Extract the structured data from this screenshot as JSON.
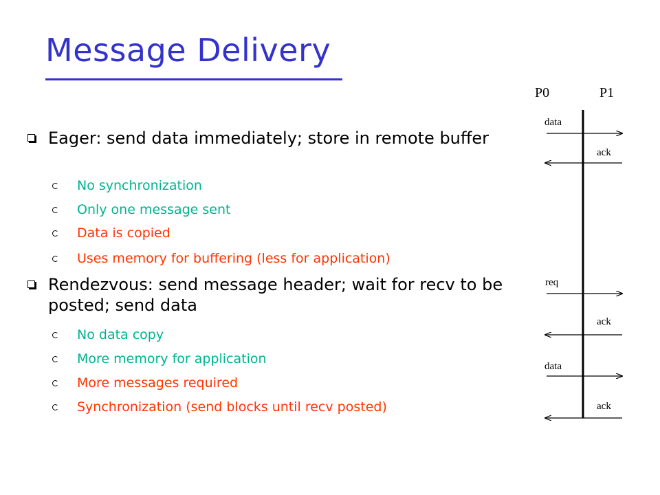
{
  "slide": {
    "title": "Message Delivery",
    "bullets": [
      {
        "text": "Eager: send data immediately; store in remote buffer",
        "subitems": [
          {
            "text": "No synchronization",
            "color": "#00b38f"
          },
          {
            "text": "Only one message sent",
            "color": "#00b38f"
          },
          {
            "text": "Data is copied",
            "color": "#ff3300"
          },
          {
            "text": "Uses memory for buffering (less for application)",
            "color": "#ff3300"
          }
        ]
      },
      {
        "text": "Rendezvous: send message header; wait for recv to be posted; send data",
        "subitems": [
          {
            "text": "No data copy",
            "color": "#00b38f"
          },
          {
            "text": "More memory for application",
            "color": "#00b38f"
          },
          {
            "text": "More messages required",
            "color": "#ff3300"
          },
          {
            "text": "Synchronization (send blocks until recv posted)",
            "color": "#ff3300"
          }
        ]
      }
    ]
  },
  "diagram": {
    "process_labels": [
      "P0",
      "P1"
    ],
    "messages": [
      {
        "label": "data",
        "direction": "P0→P1"
      },
      {
        "label": "ack",
        "direction": "P1→P0"
      },
      {
        "label": "req",
        "direction": "P0→P1"
      },
      {
        "label": "ack",
        "direction": "P1→P0"
      },
      {
        "label": "data",
        "direction": "P0→P1"
      },
      {
        "label": "ack",
        "direction": "P1→P0"
      }
    ]
  },
  "colors": {
    "title": "#3333cc",
    "positive": "#00b38f",
    "negative": "#ff3300"
  }
}
